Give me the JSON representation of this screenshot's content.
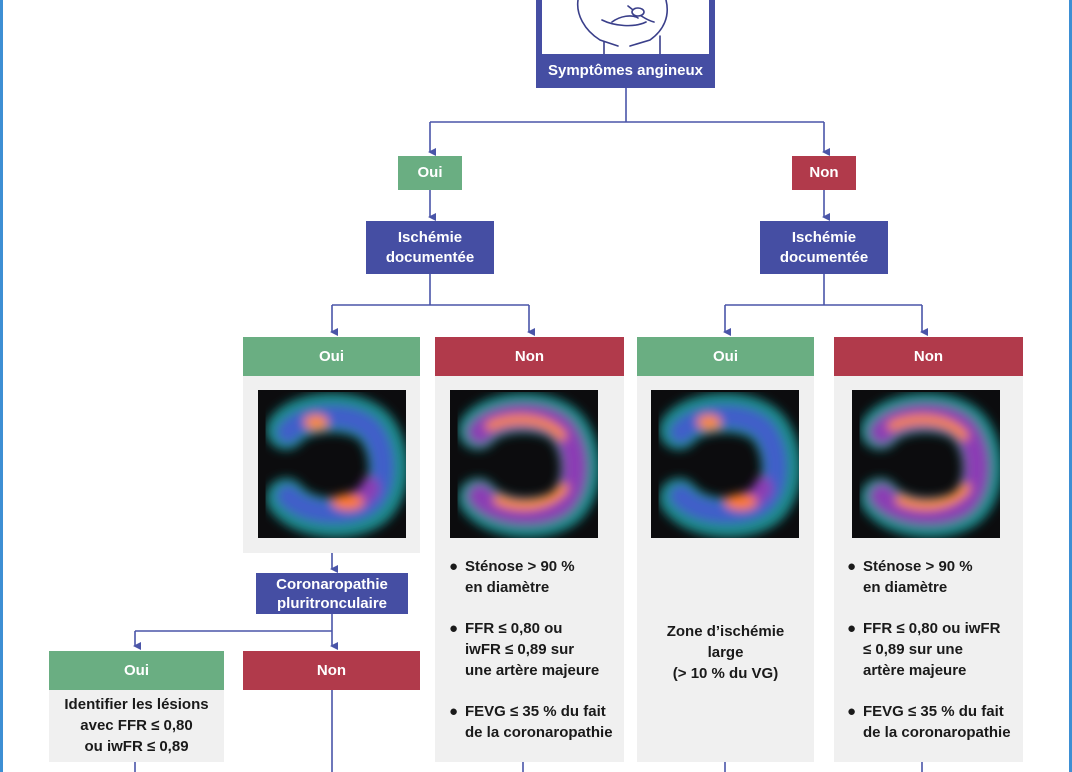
{
  "root": {
    "label": "Symptômes angineux",
    "icon": "chest-pain-figure-icon"
  },
  "symptoms": {
    "yes": {
      "label": "Oui",
      "color": "#6aae82"
    },
    "no": {
      "label": "Non",
      "color": "#b13a4b"
    }
  },
  "ischemia_left": {
    "line1": "Ischémie",
    "line2": "documentée"
  },
  "ischemia_right": {
    "line1": "Ischémie",
    "line2": "documentée"
  },
  "col1": {
    "label": "Oui",
    "scan": "perfusion-scan-ischemia"
  },
  "col2": {
    "label": "Non",
    "scan": "perfusion-scan-normal",
    "b1": {
      "l1": "Sténose > 90 %",
      "l2": "en diamètre"
    },
    "b2": {
      "l1": "FFR ≤ 0,80 ou",
      "l2": "iwFR ≤ 0,89 sur",
      "l3": "une artère majeure"
    },
    "b3": {
      "l1": "FEVG ≤ 35 % du fait",
      "l2": "de la coronaropathie"
    }
  },
  "col3": {
    "label": "Oui",
    "scan": "perfusion-scan-ischemia",
    "text": {
      "l1": "Zone d’ischémie",
      "l2": "large",
      "l3": "(> 10 % du VG)"
    }
  },
  "col4": {
    "label": "Non",
    "scan": "perfusion-scan-normal",
    "b1": {
      "l1": "Sténose > 90 %",
      "l2": "en diamètre"
    },
    "b2": {
      "l1": "FFR ≤ 0,80 ou iwFR",
      "l2": "≤ 0,89 sur une",
      "l3": "artère majeure"
    },
    "b3": {
      "l1": "FEVG ≤ 35 % du fait",
      "l2": "de la coronaropathie"
    }
  },
  "multivessel": {
    "line1": "Coronaropathie",
    "line2": "pluritronculaire"
  },
  "mv_yes": {
    "label": "Oui",
    "text": {
      "l1": "Identifier les lésions",
      "l2": "avec FFR ≤ 0,80",
      "l3": "ou iwFR ≤ 0,89"
    }
  },
  "mv_no": {
    "label": "Non"
  },
  "colors": {
    "navy": "#454ea3",
    "green": "#6aae82",
    "red": "#b13a4b",
    "panel": "#f0f0f0",
    "connector": "#4a55a8",
    "frame": "#3d8fd4"
  }
}
